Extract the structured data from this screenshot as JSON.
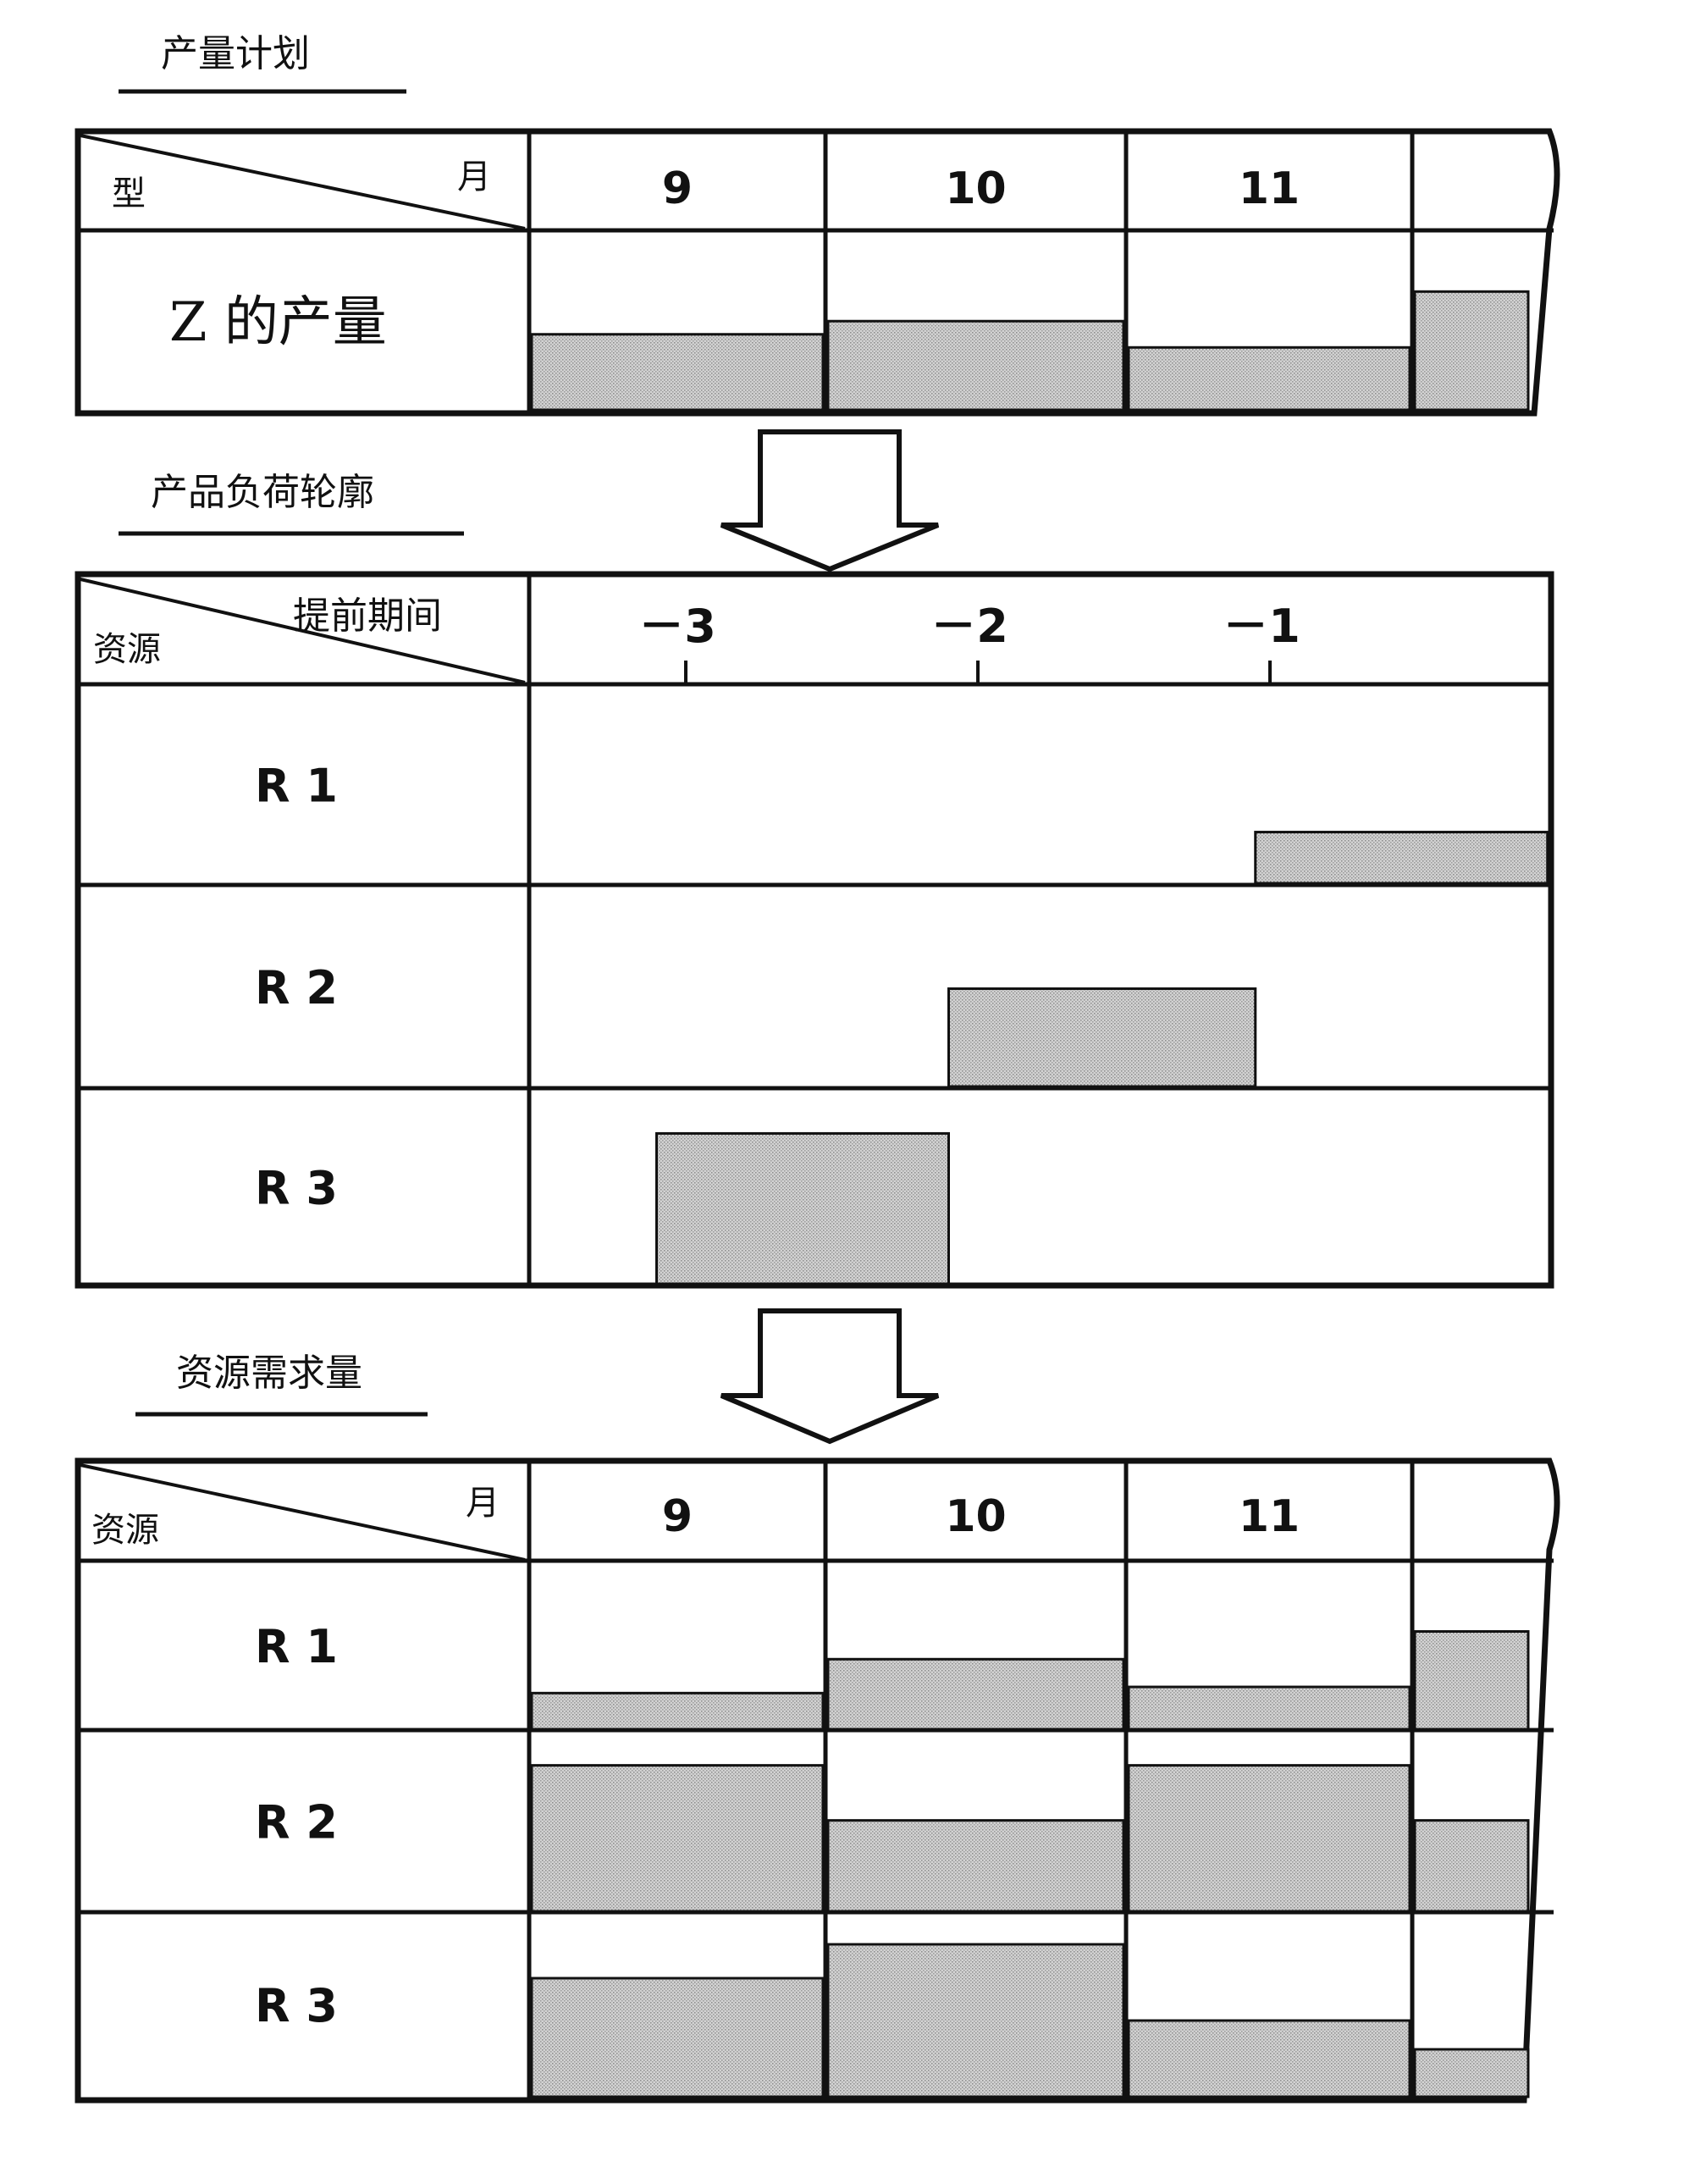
{
  "colors": {
    "ink": "#111111",
    "fill": "#c7c7c7",
    "background": "#ffffff"
  },
  "section1": {
    "title": "产量计划",
    "corner_left": "型",
    "corner_right": "月",
    "columns": [
      "9",
      "10",
      "11"
    ],
    "row_label": "Z 的产量",
    "values": [
      0.46,
      0.54,
      0.38,
      0.72
    ]
  },
  "section2": {
    "title": "产品负荷轮廓",
    "corner_left": "资源",
    "corner_right": "提前期间",
    "ticks": [
      "－3",
      "－2",
      "－1"
    ],
    "rows": [
      {
        "label": "R 1",
        "bar_from": -1.05,
        "bar_to": -0.05,
        "level": 0.28
      },
      {
        "label": "R 2",
        "bar_from": -2.1,
        "bar_to": -1.05,
        "level": 0.52
      },
      {
        "label": "R 3",
        "bar_from": -3.1,
        "bar_to": -2.1,
        "level": 0.82
      }
    ]
  },
  "section3": {
    "title": "资源需求量",
    "corner_left": "资源",
    "corner_right": "月",
    "columns": [
      "9",
      "10",
      "11"
    ],
    "rows": [
      {
        "label": "R 1",
        "values": [
          0.24,
          0.46,
          0.28,
          0.64
        ]
      },
      {
        "label": "R 2",
        "values": [
          0.88,
          0.55,
          0.88,
          0.55
        ]
      },
      {
        "label": "R 3",
        "values": [
          0.7,
          0.9,
          0.45,
          0.28
        ]
      }
    ]
  }
}
